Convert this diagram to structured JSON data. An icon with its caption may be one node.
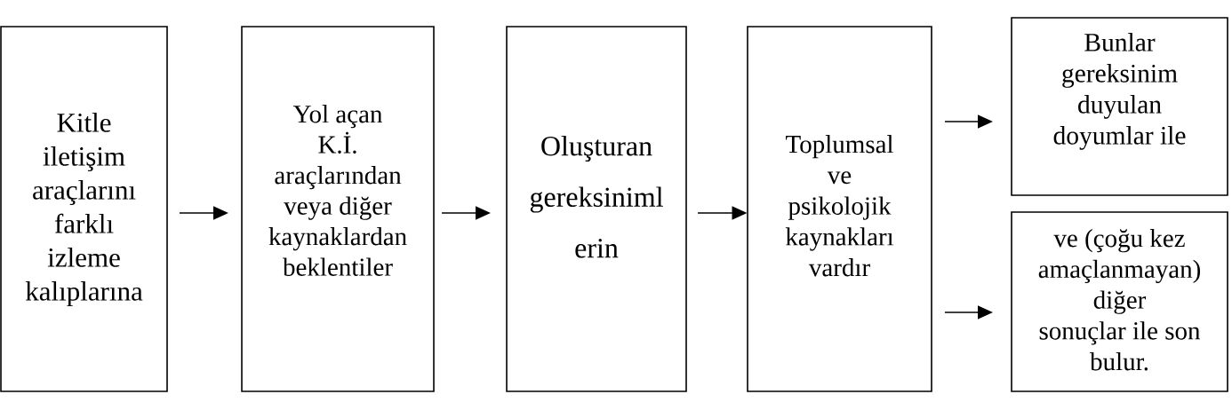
{
  "diagram": {
    "nodes": [
      {
        "text": [
          "Kitle iletişim araçlarını farklı izleme kalıplarına"
        ]
      },
      {
        "text": [
          "Yol açan K.İ. araçlarından veya diğer kaynaklardan beklentiler"
        ]
      },
      {
        "text": [
          "Oluşturan gereksiniml erin"
        ]
      },
      {
        "text": [
          "Toplumsal ve psikolojik kaynakları vardır"
        ]
      },
      {
        "text": [
          "Bunlar gereksinim duyulan doyumlar ile"
        ]
      },
      {
        "text": [
          "ve (çoğu kez amaçlanmayan) diğer sonuçlar ile son bulur."
        ]
      }
    ],
    "edges": [
      {
        "from": 0,
        "to": 1,
        "arrow": "to"
      },
      {
        "from": 1,
        "to": 2,
        "arrow": "to"
      },
      {
        "from": 2,
        "to": 3,
        "arrow": "to"
      },
      {
        "from": 3,
        "to": 4,
        "arrow": "to"
      },
      {
        "from": 3,
        "to": 5,
        "arrow": "to"
      }
    ]
  }
}
